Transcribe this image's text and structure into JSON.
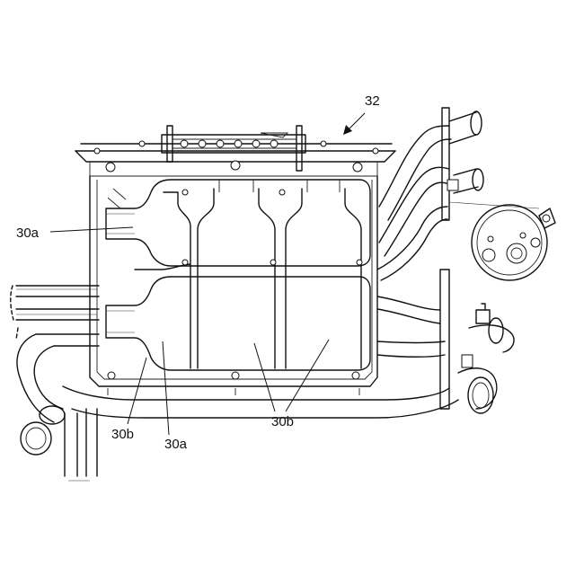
{
  "labels": {
    "assembly_ref": "32",
    "cell_upper_left": "30a",
    "cell_bottom_b_left": "30b",
    "cell_bottom_a": "30a",
    "cell_bottom_b_right": "30b"
  }
}
